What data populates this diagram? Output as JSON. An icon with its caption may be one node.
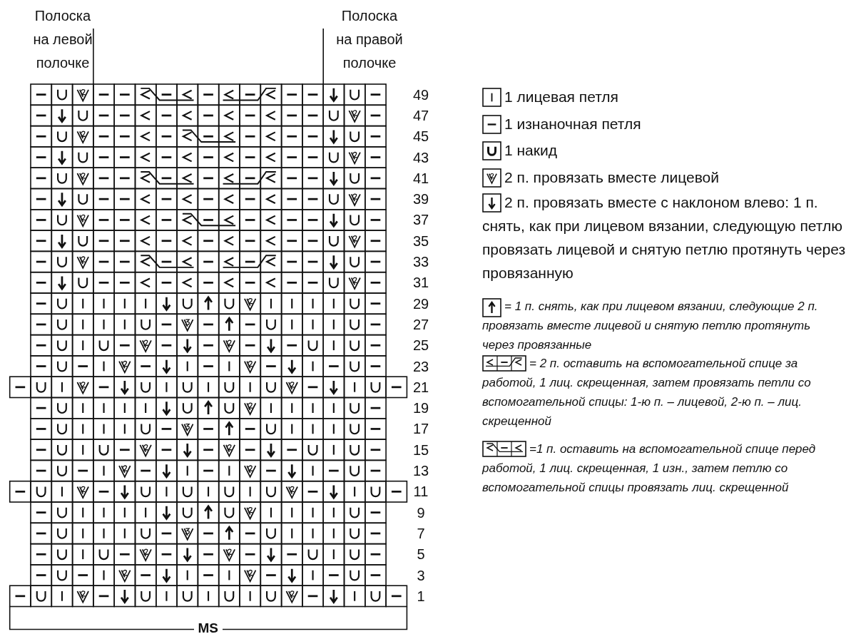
{
  "diagram": {
    "labels": [
      "Полоска на левой полочке",
      "Полоска на правой полочке",
      "49",
      "47",
      "45",
      "43",
      "41",
      "39",
      "37",
      "35",
      "33",
      "31",
      "29",
      "27",
      "25",
      "23",
      "21",
      "19",
      "17",
      "15",
      "13",
      "11",
      "9",
      "7",
      "5",
      "3",
      "1",
      "MS"
    ],
    "legend": [
      {
        "text": "1 лицевая петля"
      },
      {
        "text": "1 изнаночная петля"
      },
      {
        "text": "1 накид"
      },
      {
        "text": "2 п. провязать вместе лицевой"
      },
      {
        "text": "2 п. провязать вместе с наклоном влево: 1 п. снять, как при лицевом вязании, следующую петлю провязать лицевой и снятую петлю протянуть через провязанную"
      },
      {
        "text": "= 1 п. снять, как при лицевом вязании, следующие 2 п. провязать вместе лицевой и снятую петлю протянуть через провязанные"
      },
      {
        "text": "= 2 п. оставить на вспомогательной спице за работой, 1 лиц. скрещенная, затем провязать петли со вспомогательной спицы: 1-ю п. – лицевой, 2-ю п. – лиц. скрещенной"
      },
      {
        "text": "=1 п. оставить на вспомогательной спице перед работой, 1 лиц. скрещенная, 1 изн., затем петлю со вспомогательной спицы провязать лиц. скрещенной"
      }
    ]
  }
}
